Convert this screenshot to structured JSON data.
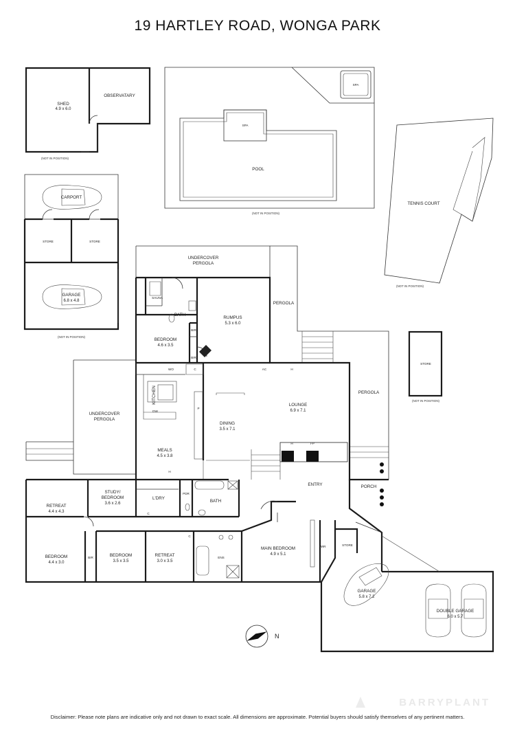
{
  "title": "19 HARTLEY ROAD, WONGA PARK",
  "outbuildings": {
    "shed": {
      "name": "SHED",
      "dims": "4.9 x 6.0"
    },
    "observatory": {
      "name": "OBSERVATARY"
    },
    "shed_note": "(NOT IN POSITION)",
    "pool": {
      "name": "POOL",
      "spa_1": "SPA",
      "spa_2": "SPA",
      "note": "(NOT IN POSITION)"
    },
    "tennis": {
      "name": "TENNIS COURT",
      "note": "(NOT IN POSITION)"
    },
    "carport": {
      "name": "CARPORT",
      "store_1": "STORE",
      "store_2": "STORE",
      "garage": "GARAGE",
      "garage_dims": "6.8 x 4.8",
      "note": "(NOT IN POSITION)"
    },
    "store": {
      "name": "STORE",
      "note": "(NOT IN POSITION)"
    }
  },
  "rooms": {
    "undercover_pergola_top": "UNDERCOVER\nPERGOLA",
    "undercover_pergola_top_1": "UNDERCOVER",
    "undercover_pergola_top_2": "PERGOLA",
    "pergola_right_top": "PERGOLA",
    "pergola_right": "PERGOLA",
    "undercover_pergola_left_1": "UNDERCOVER",
    "undercover_pergola_left_2": "PERGOLA",
    "sauna": "SAUNA",
    "bath_top": "BATH",
    "rumpus": "RUMPUS",
    "rumpus_dims": "5.3 x 6.0",
    "bedroom_top": "BEDROOM",
    "bedroom_top_dims": "4.6 x 3.5",
    "bir_1": "BIR",
    "bir_2": "BIR",
    "kitchen": "KITCHEN",
    "wo": "WO",
    "c1": "C",
    "ac": "AC",
    "dw": "DW",
    "p": "P",
    "dining": "DINING",
    "dining_dims": "3.5 x 7.1",
    "lounge": "LOUNGE",
    "lounge_dims": "6.9 x 7.1",
    "meals": "MEALS",
    "meals_dims": "4.5 x 3.8",
    "h1": "H",
    "h2": "H",
    "h3": "H",
    "fp": "FP",
    "entry": "ENTRY",
    "porch": "PORCH",
    "retreat_left": "RETREAT",
    "retreat_left_dims": "4.4 x 4.3",
    "study_1": "STUDY/",
    "study_2": "BEDROOM",
    "study_dims": "3.6 x 2.6",
    "ldry": "L'DRY",
    "pdr": "PDR",
    "bath_mid": "BATH",
    "c2": "C",
    "c3": "C",
    "bedroom_bl": "BEDROOM",
    "bedroom_bl_dims": "4.4 x 3.0",
    "bir_3": "BIR",
    "bedroom_mid": "BEDROOM",
    "bedroom_mid_dims": "3.5 x 3.5",
    "retreat_mid": "RETREAT",
    "retreat_mid_dims": "3.0 x 3.5",
    "ens": "ENS",
    "main_bedroom": "MAIN BEDROOM",
    "main_bedroom_dims": "4.9 x 5.1",
    "wir": "WIR",
    "store_garage": "STORE",
    "garage": "GARAGE",
    "garage_dims": "5.8 x 7.2",
    "double_garage": "DOUBLE GARAGE",
    "double_garage_dims": "6.0 x 5.7",
    "north": "N"
  },
  "disclaimer": "Disclaimer: Please note plans are indicative only and not drawn to exact scale. All dimensions are approximate. Potential buyers should satisfy themselves of any pertinent matters.",
  "brand": "BARRYPLANT"
}
